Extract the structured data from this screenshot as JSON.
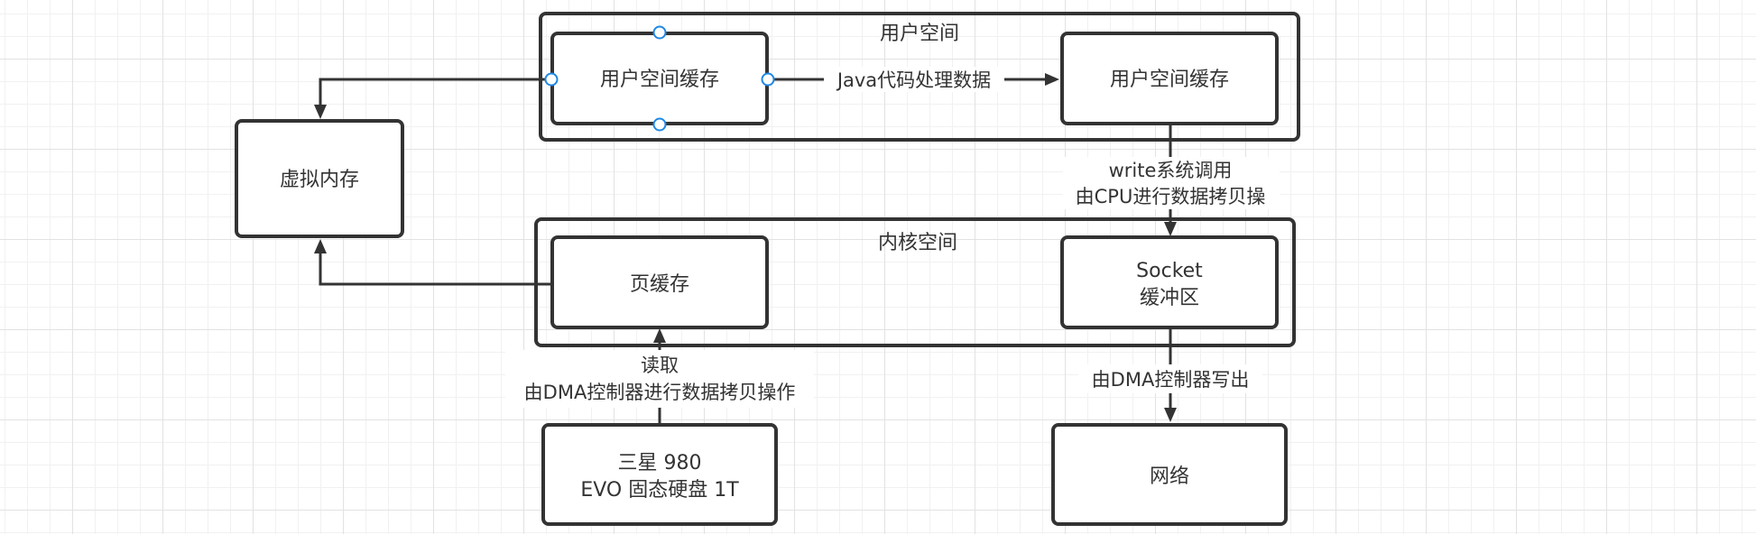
{
  "containers": {
    "user_space": {
      "title": "用户空间"
    },
    "kernel_space": {
      "title": "内核空间"
    }
  },
  "nodes": {
    "user_buffer_left": {
      "label": "用户空间缓存"
    },
    "user_buffer_right": {
      "label": "用户空间缓存"
    },
    "virtual_memory": {
      "label": "虚拟内存"
    },
    "page_cache": {
      "label": "页缓存"
    },
    "socket_buffer": {
      "lines": [
        "Socket",
        "缓冲区"
      ]
    },
    "ssd": {
      "lines": [
        "三星 980",
        "EVO 固态硬盘 1T"
      ]
    },
    "network": {
      "label": "网络"
    }
  },
  "edges": {
    "java_process": {
      "label": "Java代码处理数据"
    },
    "write_syscall": {
      "lines": [
        "write系统调用",
        "由CPU进行数据拷贝操"
      ]
    },
    "dma_read": {
      "lines": [
        "读取",
        "由DMA控制器进行数据拷贝操作"
      ]
    },
    "dma_write": {
      "label": "由DMA控制器写出"
    }
  },
  "colors": {
    "stroke": "#333333",
    "selection_handle": "#1e88e5",
    "grid": "#e2e2e2"
  }
}
